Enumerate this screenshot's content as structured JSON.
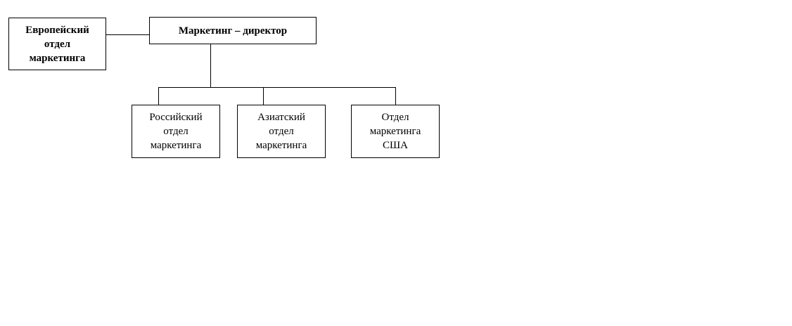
{
  "diagram": {
    "director": {
      "lines": [
        "Маркетинг – директор"
      ]
    },
    "european": {
      "lines": [
        "Европейский",
        "отдел",
        "маркетинга"
      ]
    },
    "russian": {
      "lines": [
        "Российский",
        "отдел",
        "маркетинга"
      ]
    },
    "asian": {
      "lines": [
        "Азиатский",
        "отдел",
        "маркетинга"
      ]
    },
    "usa": {
      "lines": [
        "Отдел",
        "маркетинга",
        "США"
      ]
    }
  }
}
